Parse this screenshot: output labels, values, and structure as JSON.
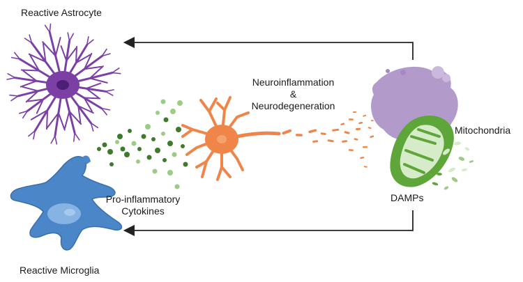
{
  "labels": {
    "reactive_astrocyte": "Reactive Astrocyte",
    "reactive_microglia": "Reactive Microglia",
    "neuro_line1": "Neuroinflammation",
    "neuro_line2": "&",
    "neuro_line3": "Neurodegeneration",
    "cytokines_line1": "Pro-inflammatory",
    "cytokines_line2": "Cytokines",
    "mitochondria": "Mitochondria",
    "damps": "DAMPs"
  },
  "colors": {
    "astrocyte": "#7b3fa6",
    "astrocyte_nucleus": "#4a1f75",
    "microglia": "#4a86c8",
    "microglia_nucleus": "#86b3e3",
    "neuron": "#ef8548",
    "neuron_nucleus": "#f4a36b",
    "cytokine_dark": "#3e7a2c",
    "cytokine_light": "#9ccc84",
    "damaged_cell": "#a58ac2",
    "mitochondria": "#5fa63a",
    "mitochondria_inner": "#d6ecc8",
    "arrow": "#222222"
  },
  "icons": [
    "astrocyte-cell-icon",
    "microglia-cell-icon",
    "neuron-cell-icon",
    "mitochondria-icon",
    "damaged-cell-icon"
  ]
}
